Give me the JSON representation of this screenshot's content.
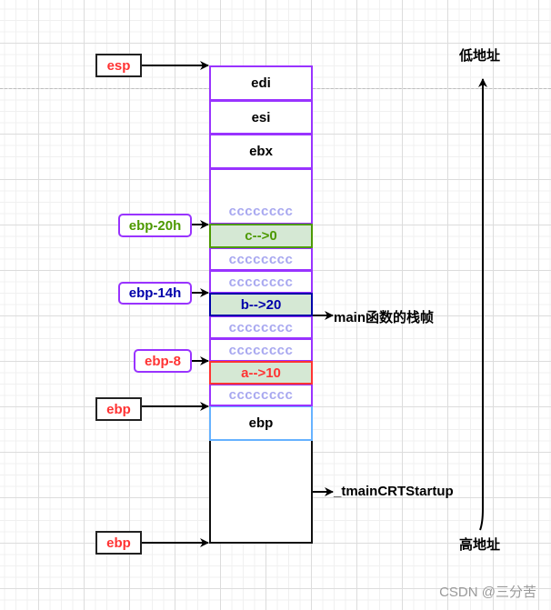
{
  "stack": {
    "registers": [
      "edi",
      "esi",
      "ebx"
    ],
    "filler": "cccccccc",
    "var_c": "c-->0",
    "var_b": "b-->20",
    "var_a": "a-->10",
    "saved_ebp": "ebp"
  },
  "pointers": {
    "esp": "esp",
    "ebp_20h": "ebp-20h",
    "ebp_14h": "ebp-14h",
    "ebp_8": "ebp-8",
    "ebp_current": "ebp",
    "ebp_prev": "ebp"
  },
  "annotations": {
    "main_frame": "main函数的栈帧",
    "caller_frame": "_tmainCRTStartup",
    "low_address": "低地址",
    "high_address": "高地址"
  },
  "watermark": "CSDN @三分苦",
  "colors": {
    "frame_border": "#9933ff",
    "var_bg": "#d5e8d4",
    "c_color": "#4d9900",
    "b_color": "#0000aa",
    "a_color": "#ff3333",
    "ebp_border": "#66b2ff",
    "filler_color": "#a8a8f0"
  }
}
